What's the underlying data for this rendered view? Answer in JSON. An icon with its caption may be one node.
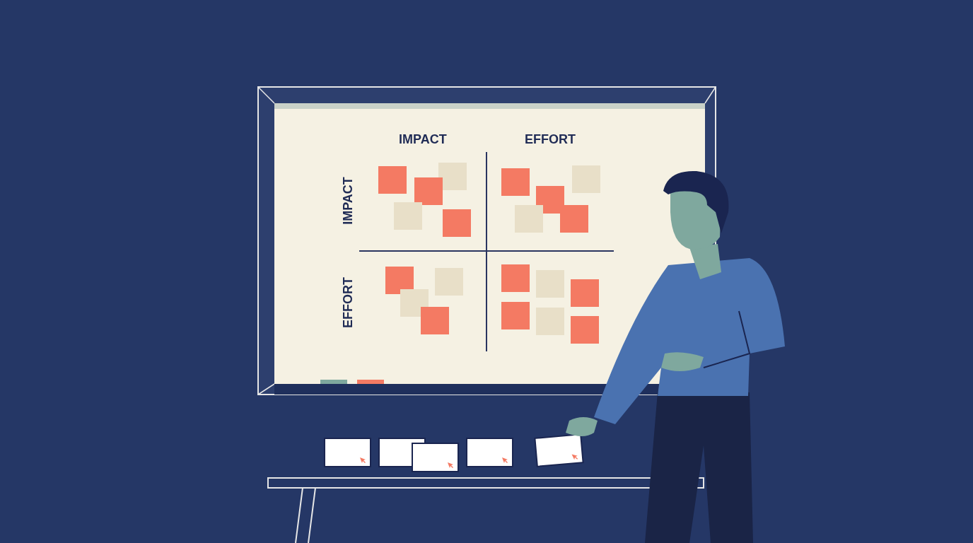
{
  "diagram": {
    "labels": [
      "IMPACT",
      "EFFORT",
      "IMPACT",
      "EFFORT"
    ]
  }
}
